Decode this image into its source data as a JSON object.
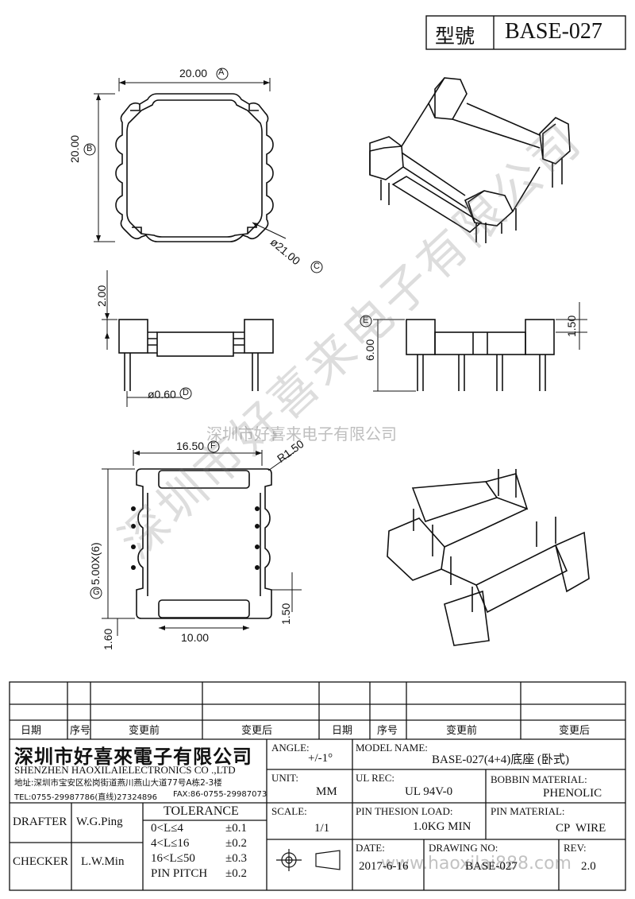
{
  "model_box": {
    "label": "型號",
    "value": "BASE-027"
  },
  "dimensions": {
    "top_width": "20.00",
    "top_width_tag": "A",
    "top_height": "20.00",
    "top_height_tag": "B",
    "diameter": "ø21.00",
    "diameter_tag": "C",
    "side_height": "2.00",
    "pin_diameter": "ø0.60",
    "pin_diameter_tag": "D",
    "front_height": "6.00",
    "front_height_tag": "E",
    "front_small": "1.50",
    "bottom_width": "16.50",
    "bottom_width_tag": "F",
    "radius": "R1.50",
    "pitch": "5.00X(6)",
    "pitch_tag": "G",
    "inner_width": "10.00",
    "right_small": "1.50",
    "left_small": "1.60"
  },
  "watermarks": {
    "center": "深圳市好喜来电子有限公司",
    "diagonal": "深圳市好喜来电子有限公司",
    "url": "www.haoxilai888.com"
  },
  "revision_table": {
    "headers": [
      "日期",
      "序号",
      "变更前",
      "变更后",
      "日期",
      "序号",
      "变更前",
      "变更后"
    ]
  },
  "company": {
    "name_cn": "深圳市好喜來電子有限公司",
    "name_en": "SHENZHEN HAOXILAIELECTRONICS CO .,LTD",
    "address": "地址:深圳市宝安区松岗街道燕川燕山大道77号A栋2-3楼",
    "tel": "TEL:0755-29987786(直线)27324896",
    "fax": "FAX:86-0755-29987073"
  },
  "title_block": {
    "drafter_label": "DRAFTER",
    "drafter": "W.G.Ping",
    "checker_label": "CHECKER",
    "checker": "L.W.Min",
    "tolerance_label": "TOLERANCE",
    "tolerances": [
      {
        "range": "0<L≤4",
        "value": "±0.1"
      },
      {
        "range": "4<L≤16",
        "value": "±0.2"
      },
      {
        "range": "16<L≤50",
        "value": "±0.3"
      },
      {
        "range": "PIN PITCH",
        "value": "±0.2"
      }
    ],
    "angle_label": "ANGLE:",
    "angle": "+/-1°",
    "unit_label": "UNIT:",
    "unit": "MM",
    "scale_label": "SCALE:",
    "scale": "1/1",
    "model_name_label": "MODEL NAME:",
    "model_name": "BASE-027(4+4)底座 (卧式)",
    "ul_rec_label": "UL REC:",
    "ul_rec": "UL 94V-0",
    "bobbin_material_label": "BOBBIN MATERIAL:",
    "bobbin_material": "PHENOLIC",
    "pin_tension_label": "PIN THESION LOAD:",
    "pin_tension": "1.0KG MIN",
    "pin_material_label": "PIN MATERIAL:",
    "pin_material": "CP  WIRE",
    "date_label": "DATE:",
    "date": "2017-6-16",
    "drawing_no_label": "DRAWING NO:",
    "drawing_no": "BASE-027",
    "rev_label": "REV:",
    "rev": "2.0"
  }
}
